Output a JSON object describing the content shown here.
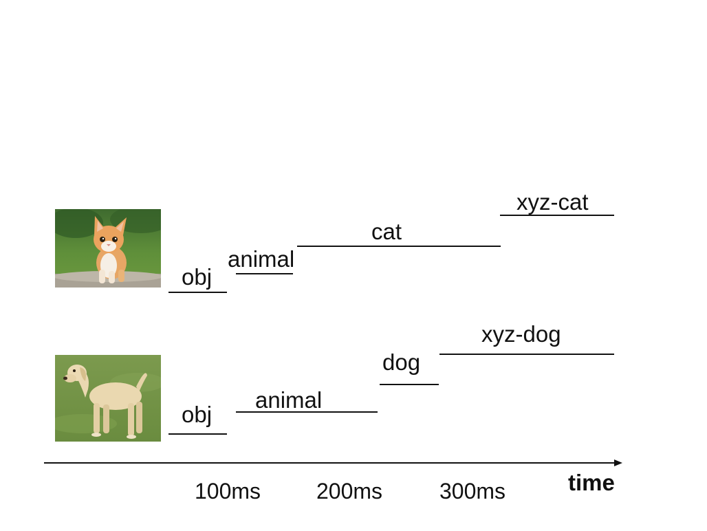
{
  "rows": [
    {
      "image": "kitten-photo",
      "stages": [
        {
          "label": "obj"
        },
        {
          "label": "animal"
        },
        {
          "label": "cat"
        },
        {
          "label": "xyz-cat"
        }
      ]
    },
    {
      "image": "labrador-dog-photo",
      "stages": [
        {
          "label": "obj"
        },
        {
          "label": "animal"
        },
        {
          "label": "dog"
        },
        {
          "label": "xyz-dog"
        }
      ]
    }
  ],
  "axis": {
    "title": "time",
    "ticks": [
      "100ms",
      "200ms",
      "300ms"
    ]
  },
  "colors": {
    "line": "#111111",
    "text": "#111111",
    "background": "#ffffff"
  }
}
